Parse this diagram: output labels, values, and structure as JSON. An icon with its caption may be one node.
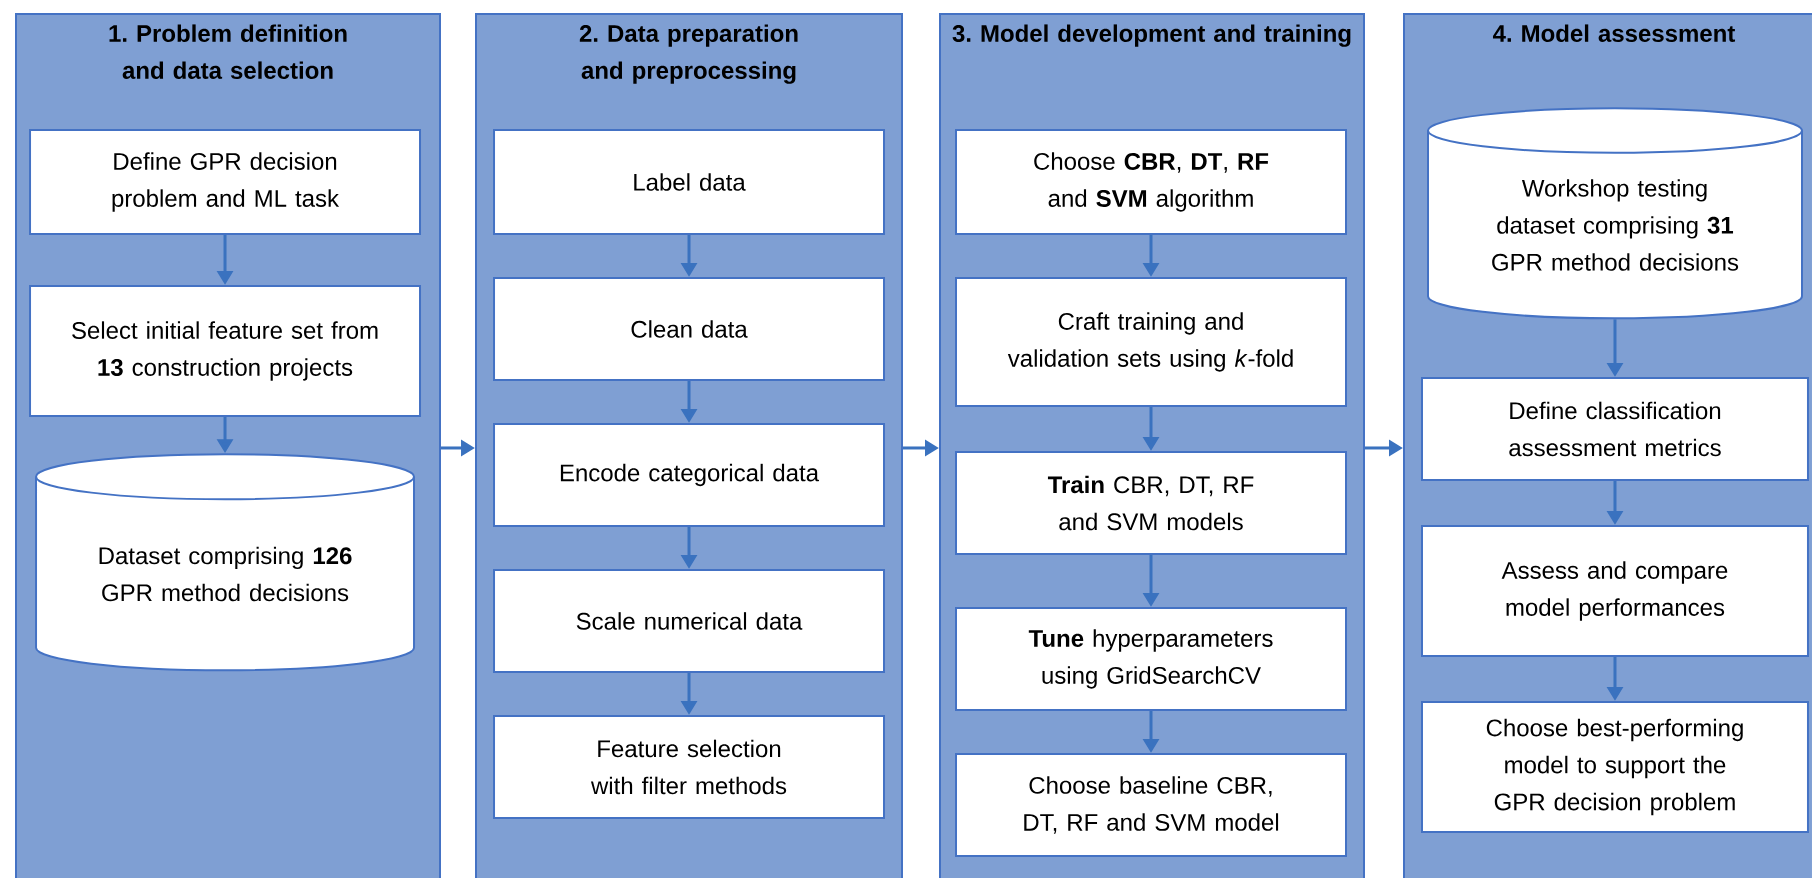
{
  "diagram": {
    "nodes": [
      {
        "text": [
          "1. Problem definition and data selection"
        ]
      },
      {
        "text": [
          "Define GPR decision problem and ML task"
        ],
        "in": 0
      },
      {
        "text": [
          "Select initial feature set from **13** construction projects"
        ],
        "in": 0
      },
      {
        "text": [
          "Dataset comprising **126** GPR method decisions"
        ],
        "in": 0
      },
      {
        "text": [
          "2. Data preparation and preprocessing"
        ]
      },
      {
        "text": [
          "Label data"
        ],
        "in": 4
      },
      {
        "text": [
          "Clean data"
        ],
        "in": 4
      },
      {
        "text": [
          "Encode categorical data"
        ],
        "in": 4
      },
      {
        "text": [
          "Scale numerical data"
        ],
        "in": 4
      },
      {
        "text": [
          "Feature selection with filter methods"
        ],
        "in": 4
      },
      {
        "text": [
          "3. Model development and training"
        ]
      },
      {
        "text": [
          "Choose **CBR**, **DT**, **RF** and **SVM** algorithm"
        ],
        "in": 10
      },
      {
        "text": [
          "Craft training and validation sets using *k*-fold"
        ],
        "in": 10
      },
      {
        "text": [
          "**Train** CBR, DT, RF and SVM models"
        ],
        "in": 10
      },
      {
        "text": [
          "**Tune** hyperparameters using GridSearchCV"
        ],
        "in": 10
      },
      {
        "text": [
          "Choose baseline CBR, DT, RF and SVM model"
        ],
        "in": 10
      },
      {
        "text": [
          "4. Model assessment"
        ]
      },
      {
        "text": [
          "Workshop testing dataset comprising **31** GPR method decisions"
        ],
        "in": 16
      },
      {
        "text": [
          "Define classification assessment metrics"
        ],
        "in": 16
      },
      {
        "text": [
          "Assess and compare model performances"
        ],
        "in": 16
      },
      {
        "text": [
          "Choose best-performing model to support the GPR decision problem"
        ],
        "in": 16
      }
    ],
    "edges": [
      {
        "from": 1,
        "to": 2,
        "arrow": "to"
      },
      {
        "from": 2,
        "to": 3,
        "arrow": "to"
      },
      {
        "from": 0,
        "to": 4,
        "arrow": "to"
      },
      {
        "from": 5,
        "to": 6,
        "arrow": "to"
      },
      {
        "from": 6,
        "to": 7,
        "arrow": "to"
      },
      {
        "from": 7,
        "to": 8,
        "arrow": "to"
      },
      {
        "from": 8,
        "to": 9,
        "arrow": "to"
      },
      {
        "from": 4,
        "to": 10,
        "arrow": "to"
      },
      {
        "from": 11,
        "to": 12,
        "arrow": "to"
      },
      {
        "from": 12,
        "to": 13,
        "arrow": "to"
      },
      {
        "from": 13,
        "to": 14,
        "arrow": "to"
      },
      {
        "from": 14,
        "to": 15,
        "arrow": "to"
      },
      {
        "from": 10,
        "to": 16,
        "arrow": "to"
      },
      {
        "from": 17,
        "to": 18,
        "arrow": "to"
      },
      {
        "from": 18,
        "to": 19,
        "arrow": "to"
      },
      {
        "from": 19,
        "to": 20,
        "arrow": "to"
      }
    ]
  }
}
